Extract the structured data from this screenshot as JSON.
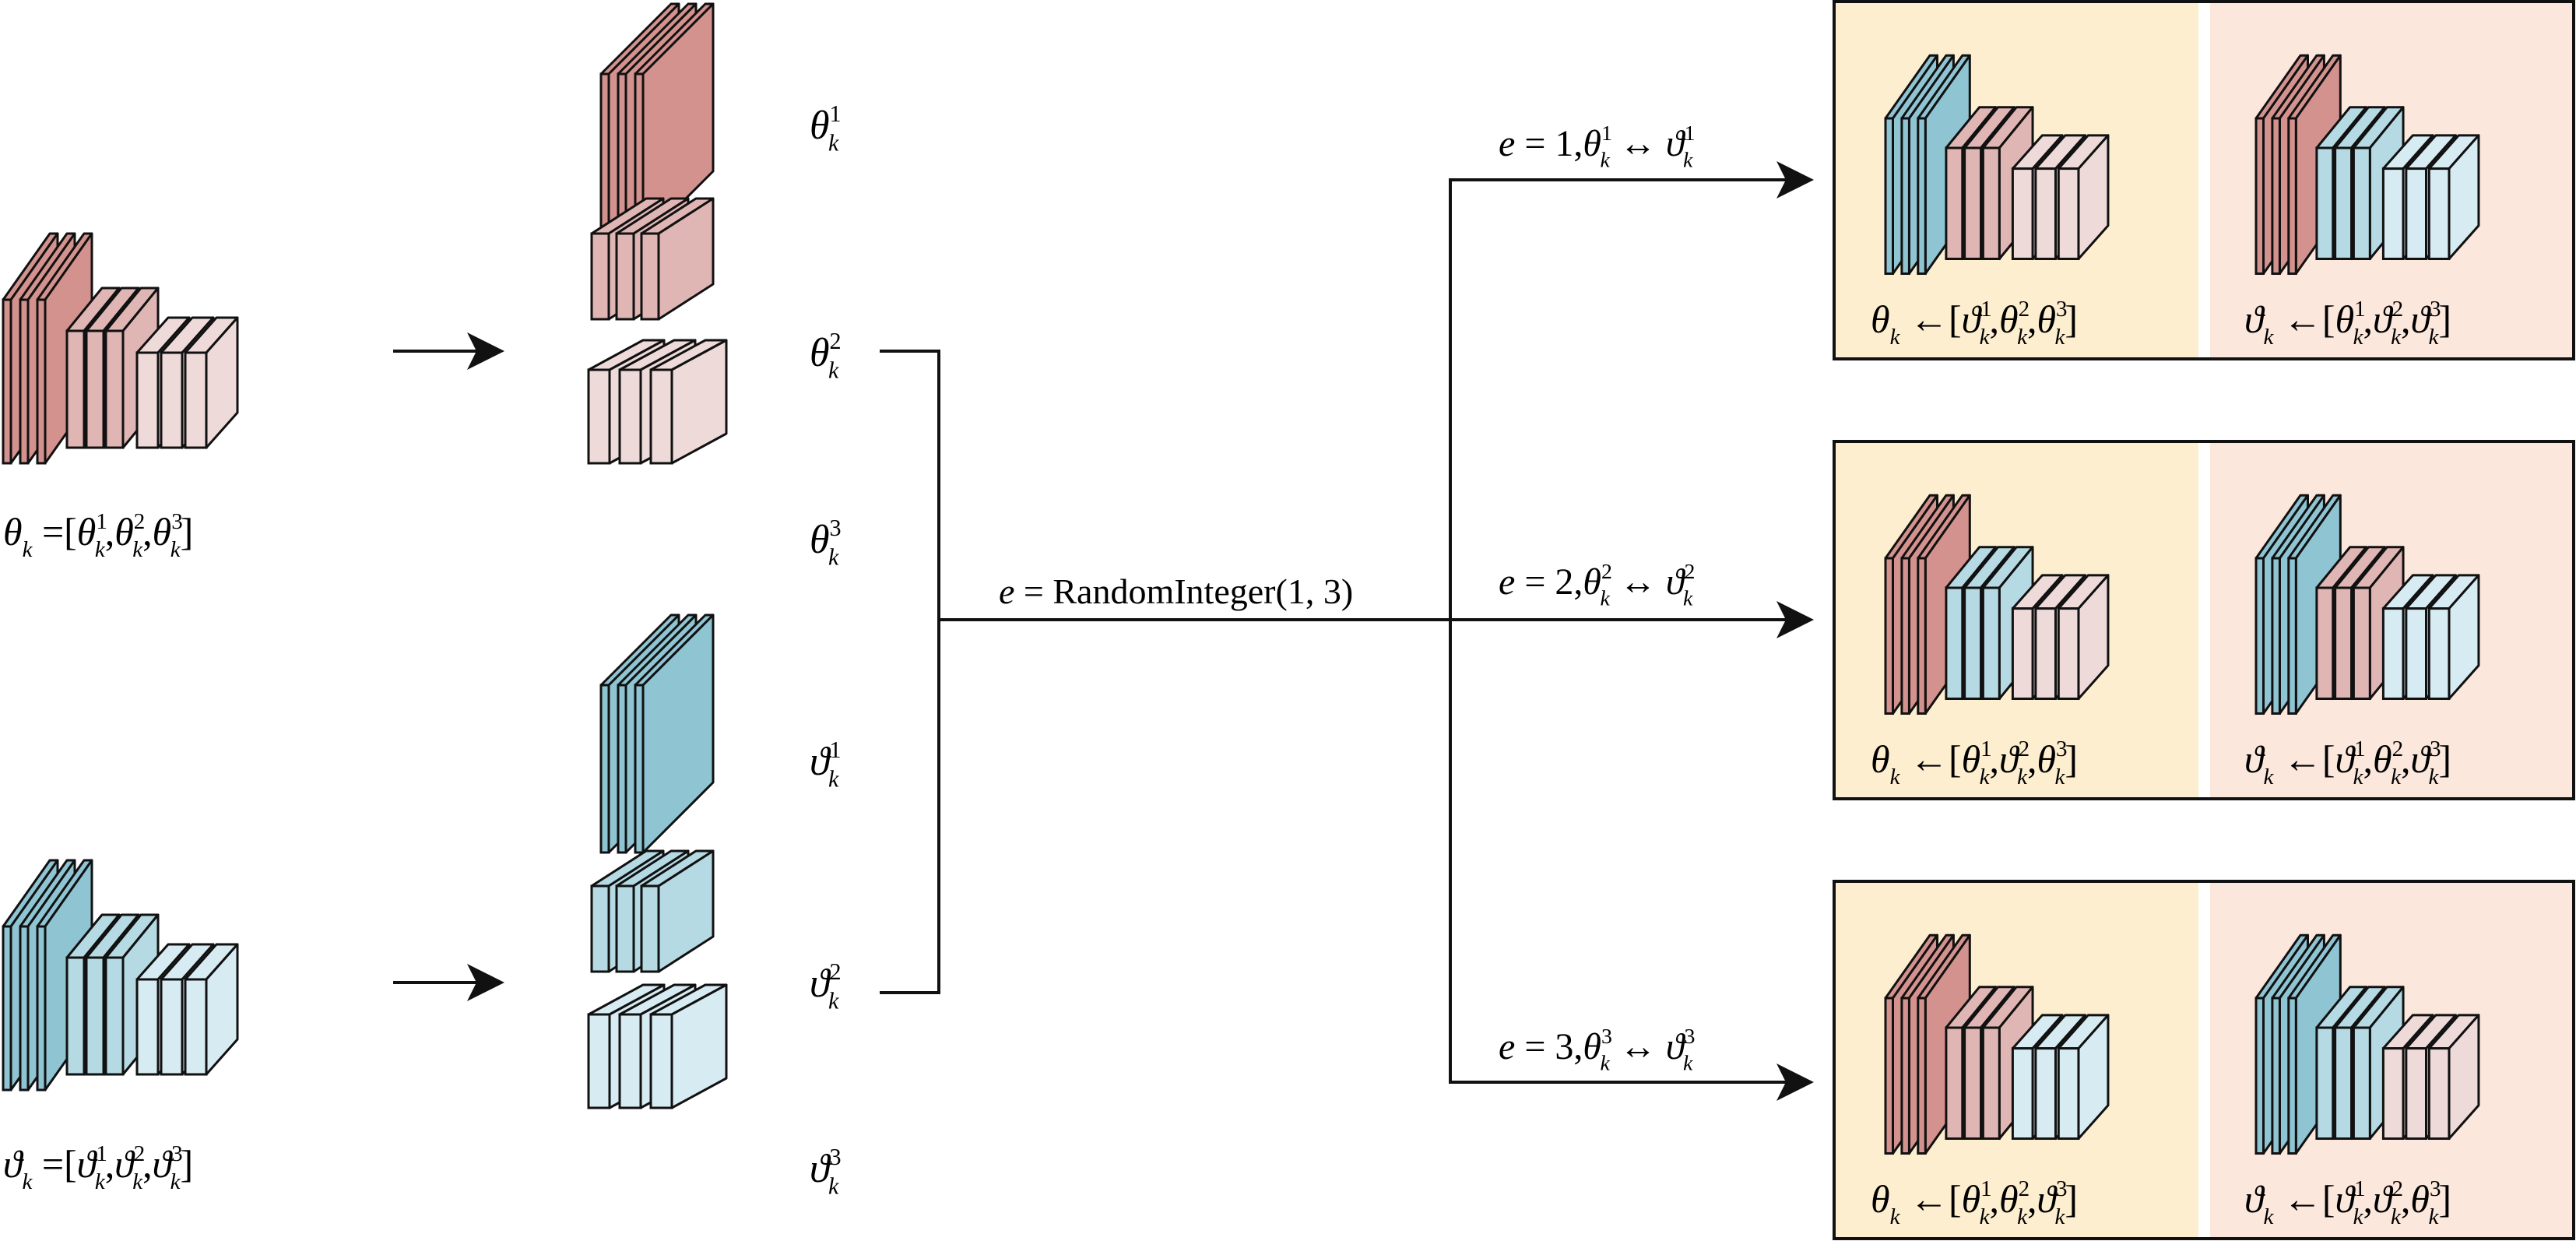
{
  "colors": {
    "red_dark": "#d4928e",
    "red_mid": "#e0b6b4",
    "red_light": "#efdada",
    "blue_dark": "#8fc4d3",
    "blue_mid": "#b5dae4",
    "blue_light": "#d7ebf2",
    "panel_left": "#fdeecf",
    "panel_right": "#fbe7dc",
    "stroke": "#111111"
  },
  "model_theta": {
    "label": "θ_k = [θ_k^1, θ_k^2, θ_k^3]",
    "symbol": "θ",
    "parts": [
      "θ",
      "θ",
      "θ"
    ]
  },
  "model_vartheta": {
    "label": "ϑ_k = [ϑ_k^1, ϑ_k^2, ϑ_k^3]",
    "symbol": "ϑ",
    "parts": [
      "ϑ",
      "ϑ",
      "ϑ"
    ]
  },
  "blocks": [
    {
      "symbol": "θ",
      "sup": "1",
      "sub": "k",
      "color": "red_dark"
    },
    {
      "symbol": "θ",
      "sup": "2",
      "sub": "k",
      "color": "red_mid"
    },
    {
      "symbol": "θ",
      "sup": "3",
      "sub": "k",
      "color": "red_light"
    },
    {
      "symbol": "ϑ",
      "sup": "1",
      "sub": "k",
      "color": "blue_dark"
    },
    {
      "symbol": "ϑ",
      "sup": "2",
      "sub": "k",
      "color": "blue_mid"
    },
    {
      "symbol": "ϑ",
      "sup": "3",
      "sub": "k",
      "color": "blue_light"
    }
  ],
  "random_label": {
    "var": "e",
    "eq": "=",
    "func": "RandomInteger(1,  3)"
  },
  "branches": [
    {
      "e": "1",
      "swap_label": "e = 1, θ_k^1 ↔ ϑ_k^1",
      "sup": "1",
      "left_panel": {
        "target": "θ",
        "arrow": "←",
        "parts": [
          "ϑ",
          "θ",
          "θ"
        ],
        "stack_colors": [
          "blue_dark",
          "red_mid",
          "red_light"
        ]
      },
      "right_panel": {
        "target": "ϑ",
        "arrow": "←",
        "parts": [
          "θ",
          "ϑ",
          "ϑ"
        ],
        "stack_colors": [
          "red_dark",
          "blue_mid",
          "blue_light"
        ]
      }
    },
    {
      "e": "2",
      "swap_label": "e = 2, θ_k^2 ↔ ϑ_k^2",
      "sup": "2",
      "left_panel": {
        "target": "θ",
        "arrow": "←",
        "parts": [
          "θ",
          "ϑ",
          "θ"
        ],
        "stack_colors": [
          "red_dark",
          "blue_mid",
          "red_light"
        ]
      },
      "right_panel": {
        "target": "ϑ",
        "arrow": "←",
        "parts": [
          "ϑ",
          "θ",
          "ϑ"
        ],
        "stack_colors": [
          "blue_dark",
          "red_mid",
          "blue_light"
        ]
      }
    },
    {
      "e": "3",
      "swap_label": "e = 3, θ_k^3 ↔ ϑ_k^3",
      "sup": "3",
      "left_panel": {
        "target": "θ",
        "arrow": "←",
        "parts": [
          "θ",
          "θ",
          "ϑ"
        ],
        "stack_colors": [
          "red_dark",
          "red_mid",
          "blue_light"
        ]
      },
      "right_panel": {
        "target": "ϑ",
        "arrow": "←",
        "parts": [
          "ϑ",
          "ϑ",
          "θ"
        ],
        "stack_colors": [
          "blue_dark",
          "blue_mid",
          "red_light"
        ]
      }
    }
  ]
}
